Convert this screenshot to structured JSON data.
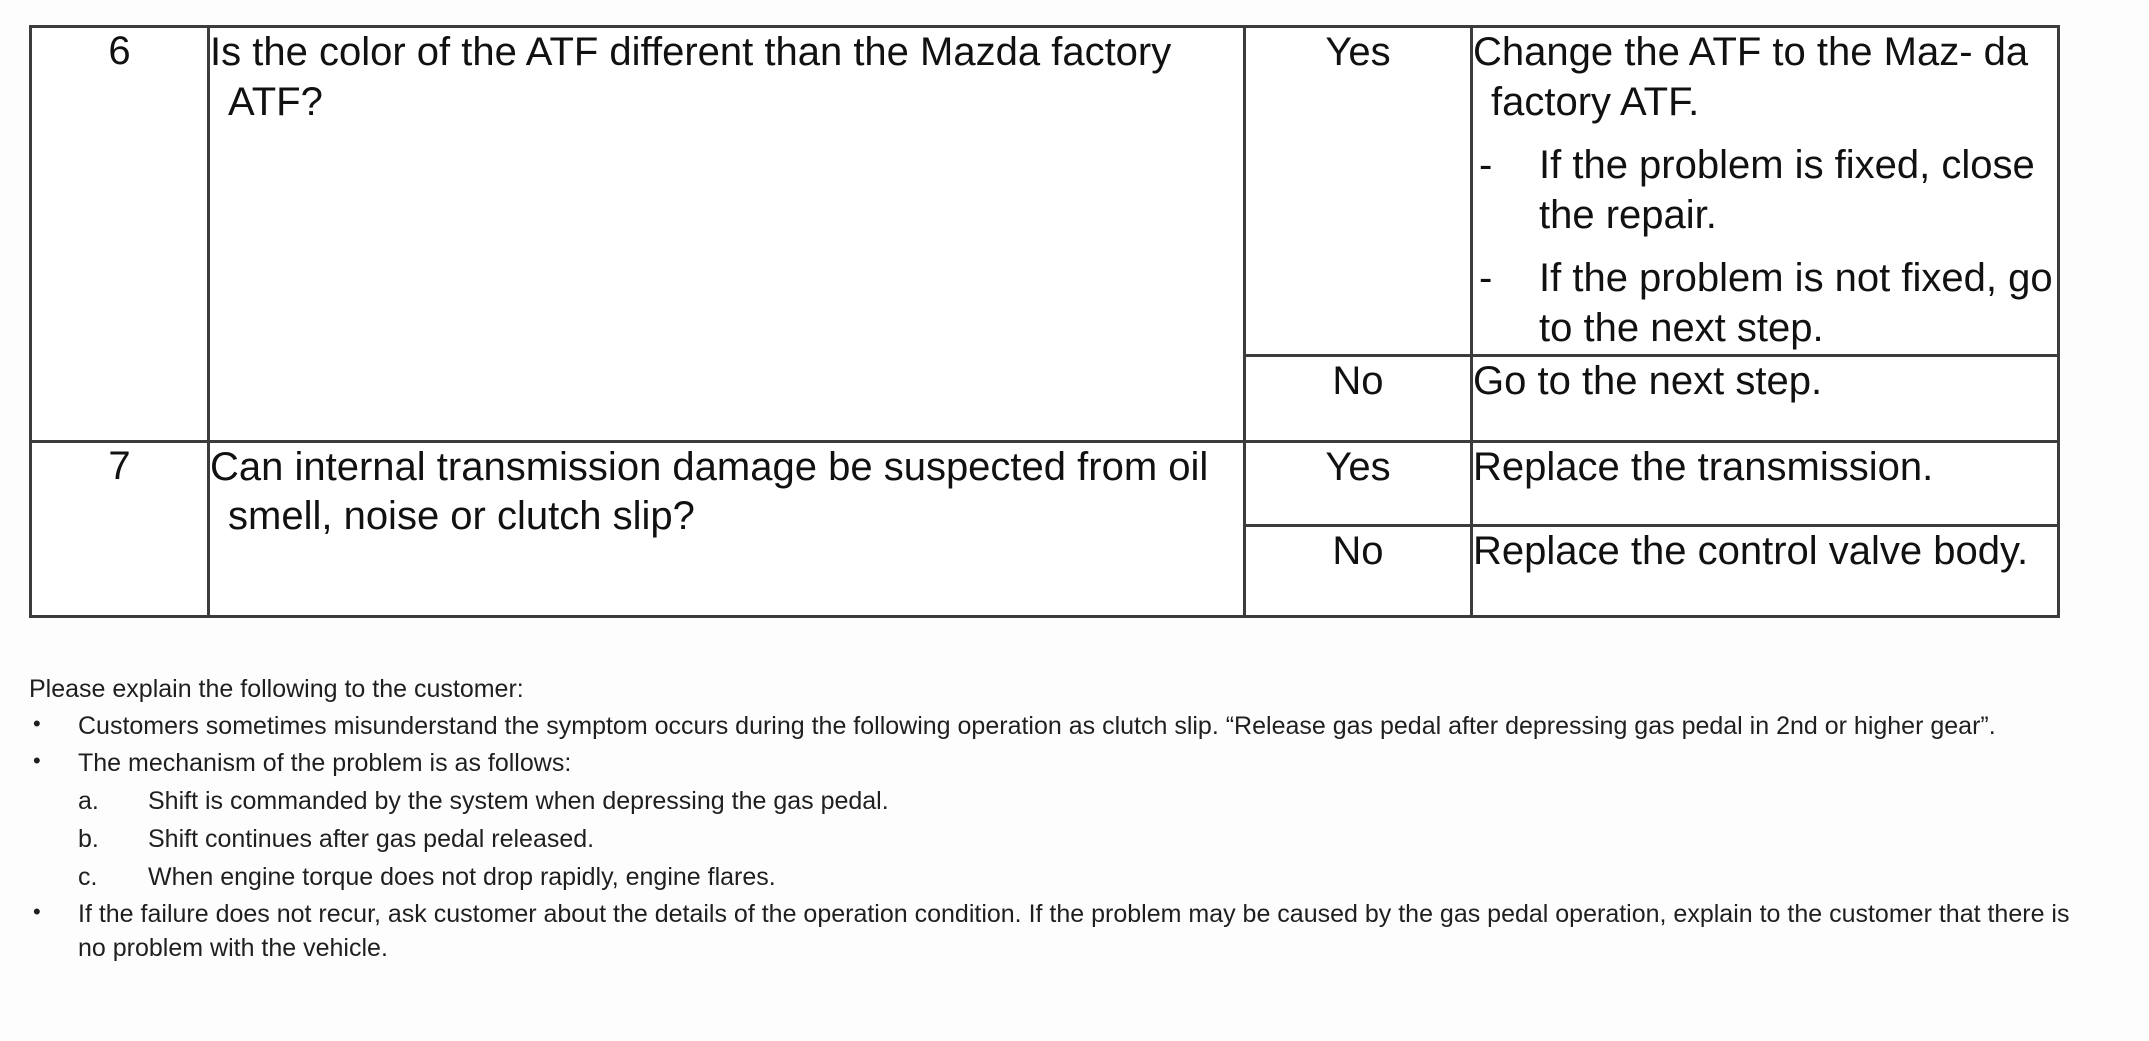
{
  "table": {
    "rows": [
      {
        "number": "6",
        "question_line1": "Is the color of the ATF different than the Mazda factory",
        "question_line2": "ATF?",
        "answers": [
          {
            "label": "Yes",
            "action_lead": "Change the ATF to the Maz-",
            "action_lead2": "da factory ATF.",
            "action_items": [
              {
                "dash": "-",
                "text": "If the problem is fixed, close the repair."
              },
              {
                "dash": "-",
                "text": "If the problem is not fixed, go to the next step."
              }
            ]
          },
          {
            "label": "No",
            "action_lead": "Go to the next step.",
            "action_lead2": "",
            "action_items": []
          }
        ]
      },
      {
        "number": "7",
        "question_line1": "Can internal transmission damage be suspected from",
        "question_line2": "oil smell, noise or clutch slip?",
        "answers": [
          {
            "label": "Yes",
            "action_lead": "Replace the transmission.",
            "action_lead2": "",
            "action_items": []
          },
          {
            "label": "No",
            "action_lead": "Replace the control valve body.",
            "action_lead2": "",
            "action_items": []
          }
        ]
      }
    ]
  },
  "notes": {
    "intro": "Please explain the following to the customer:",
    "bullet_glyph": "•",
    "bullets": [
      {
        "text": "Customers sometimes misunderstand the symptom occurs during the following operation as clutch slip. “Release gas pedal after depressing gas pedal in 2nd or higher gear”."
      },
      {
        "text": "The mechanism of the problem is as follows:",
        "sub": [
          {
            "marker": "a.",
            "text": "Shift is commanded by the system when depressing the gas pedal."
          },
          {
            "marker": "b.",
            "text": "Shift continues after gas pedal released."
          },
          {
            "marker": "c.",
            "text": "When engine torque does not drop rapidly, engine flares."
          }
        ]
      },
      {
        "text": "If the failure does not recur, ask customer about the details of the operation condition. If the problem may be caused by the gas pedal operation, explain to the customer that there is no problem with the vehicle."
      }
    ]
  },
  "colors": {
    "border": "#3c3c3c",
    "text": "#1a1a1a",
    "background": "#fdfdfd"
  }
}
